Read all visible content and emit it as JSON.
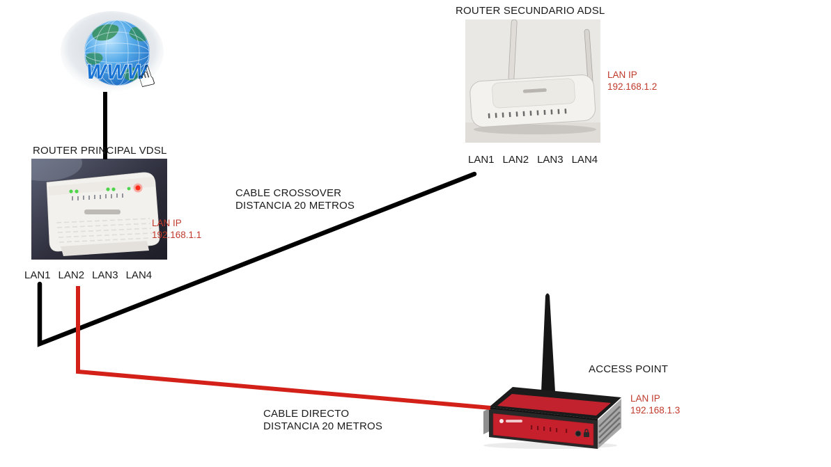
{
  "diagram": {
    "internet": {
      "www_label": "WWW"
    },
    "router_principal": {
      "title": "ROUTER PRINCIPAL VDSL",
      "lan_ip_label": "LAN IP",
      "lan_ip_value": "192.168.1.1",
      "ports": [
        "LAN1",
        "LAN2",
        "LAN3",
        "LAN4"
      ]
    },
    "router_secundario": {
      "title": "ROUTER SECUNDARIO ADSL",
      "lan_ip_label": "LAN IP",
      "lan_ip_value": "192.168.1.2",
      "ports": [
        "LAN1",
        "LAN2",
        "LAN3",
        "LAN4"
      ]
    },
    "access_point": {
      "title": "ACCESS POINT",
      "lan_ip_label": "LAN IP",
      "lan_ip_value": "192.168.1.3"
    },
    "cables": {
      "internet_link": {
        "color": "#000000"
      },
      "crossover": {
        "label_line1": "CABLE CROSSOVER",
        "label_line2": "DISTANCIA 20 METROS",
        "color": "#000000"
      },
      "directo": {
        "label_line1": "CABLE DIRECTO",
        "label_line2": "DISTANCIA 20 METROS",
        "color": "#d32119"
      }
    },
    "colors": {
      "ip_text": "#c0392b"
    }
  }
}
